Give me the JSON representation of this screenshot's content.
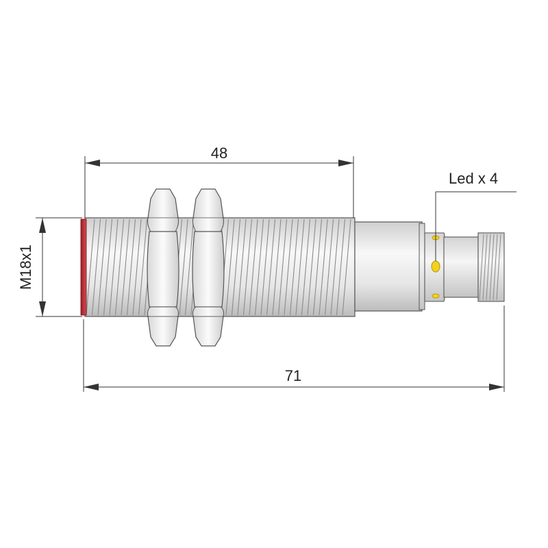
{
  "dimensions": {
    "length_thread": "48",
    "length_total": "71",
    "thread_size": "M18x1"
  },
  "callout": {
    "led_label": "Led x 4"
  },
  "colors": {
    "sensing_face": "#c8323c",
    "led": "#f2d21e",
    "body_light": "#f4f4f4",
    "body_shade": "#c9c9c9",
    "outline": "#555555",
    "dim_line": "#333333"
  }
}
